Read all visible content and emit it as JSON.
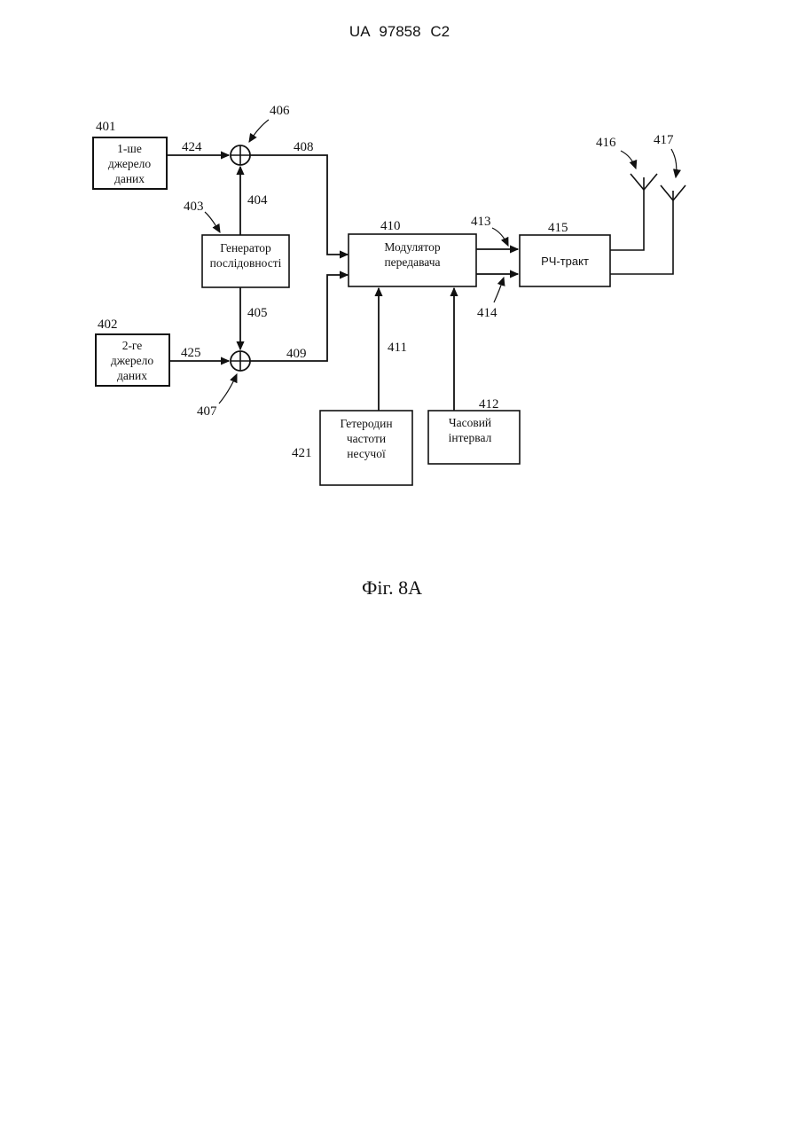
{
  "header": {
    "patent_number": "UA   97858   C2"
  },
  "blocks": {
    "source1": {
      "ref": "401",
      "lines": [
        "1-ше",
        "джерело",
        "даних"
      ]
    },
    "source2": {
      "ref": "402",
      "lines": [
        "2-ге",
        "джерело",
        "даних"
      ]
    },
    "seq_gen": {
      "ref": "403",
      "lines": [
        "Генератор",
        "послідовності"
      ]
    },
    "modulator": {
      "ref": "410",
      "lines": [
        "Модулятор",
        "передавача"
      ]
    },
    "rf_path": {
      "ref": "415",
      "lines": [
        "РЧ-тракт"
      ]
    },
    "local_osc": {
      "ref": "421",
      "lines": [
        "Гетеродин",
        "частоти",
        "несучої"
      ]
    },
    "time_slot": {
      "ref": "412",
      "lines": [
        "Часовий",
        "інтервал"
      ]
    }
  },
  "adders": {
    "adder1": {
      "ref": "406"
    },
    "adder2": {
      "ref": "407"
    }
  },
  "antennas": {
    "ant1": {
      "ref": "416"
    },
    "ant2": {
      "ref": "417"
    }
  },
  "signals": {
    "s424": "424",
    "s425": "425",
    "s404": "404",
    "s405": "405",
    "s408": "408",
    "s409": "409",
    "s411": "411",
    "s413": "413",
    "s414": "414"
  },
  "caption": "Фіг. 8А"
}
